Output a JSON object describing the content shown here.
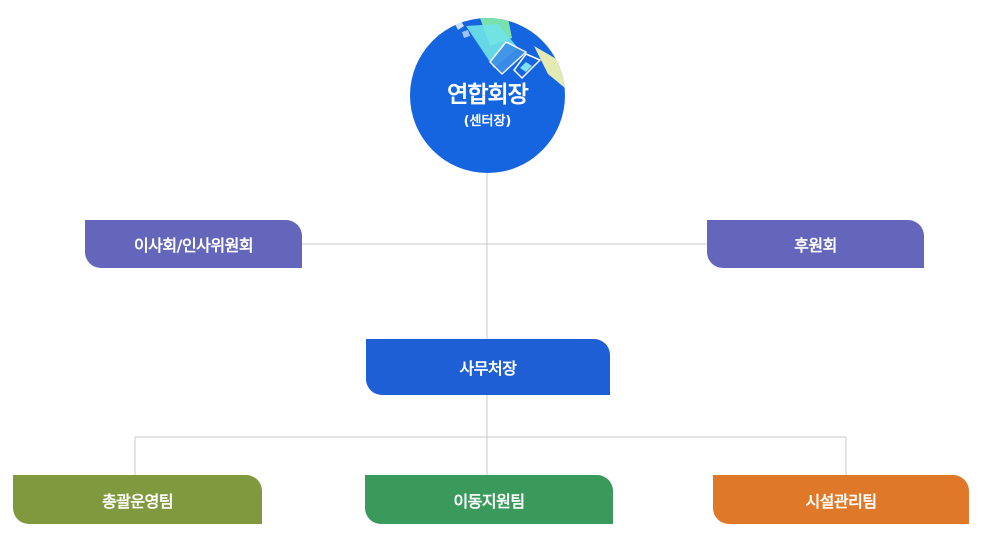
{
  "center": {
    "title": "연합회장",
    "subtitle": "(센터장)"
  },
  "side_boxes": {
    "left": "이사회/인사위원회",
    "right": "후원회"
  },
  "secretary": "사무처장",
  "teams": {
    "general": "총괄운영팀",
    "mobility": "이동지원팀",
    "facility": "시설관리팀"
  },
  "colors": {
    "circle": "#1565e0",
    "side_boxes": "#6466bb",
    "secretary": "#1f5fd6",
    "general_team": "#80993f",
    "mobility_team": "#399a5b",
    "facility_team": "#df7829",
    "connector": "#c8c8c8"
  }
}
